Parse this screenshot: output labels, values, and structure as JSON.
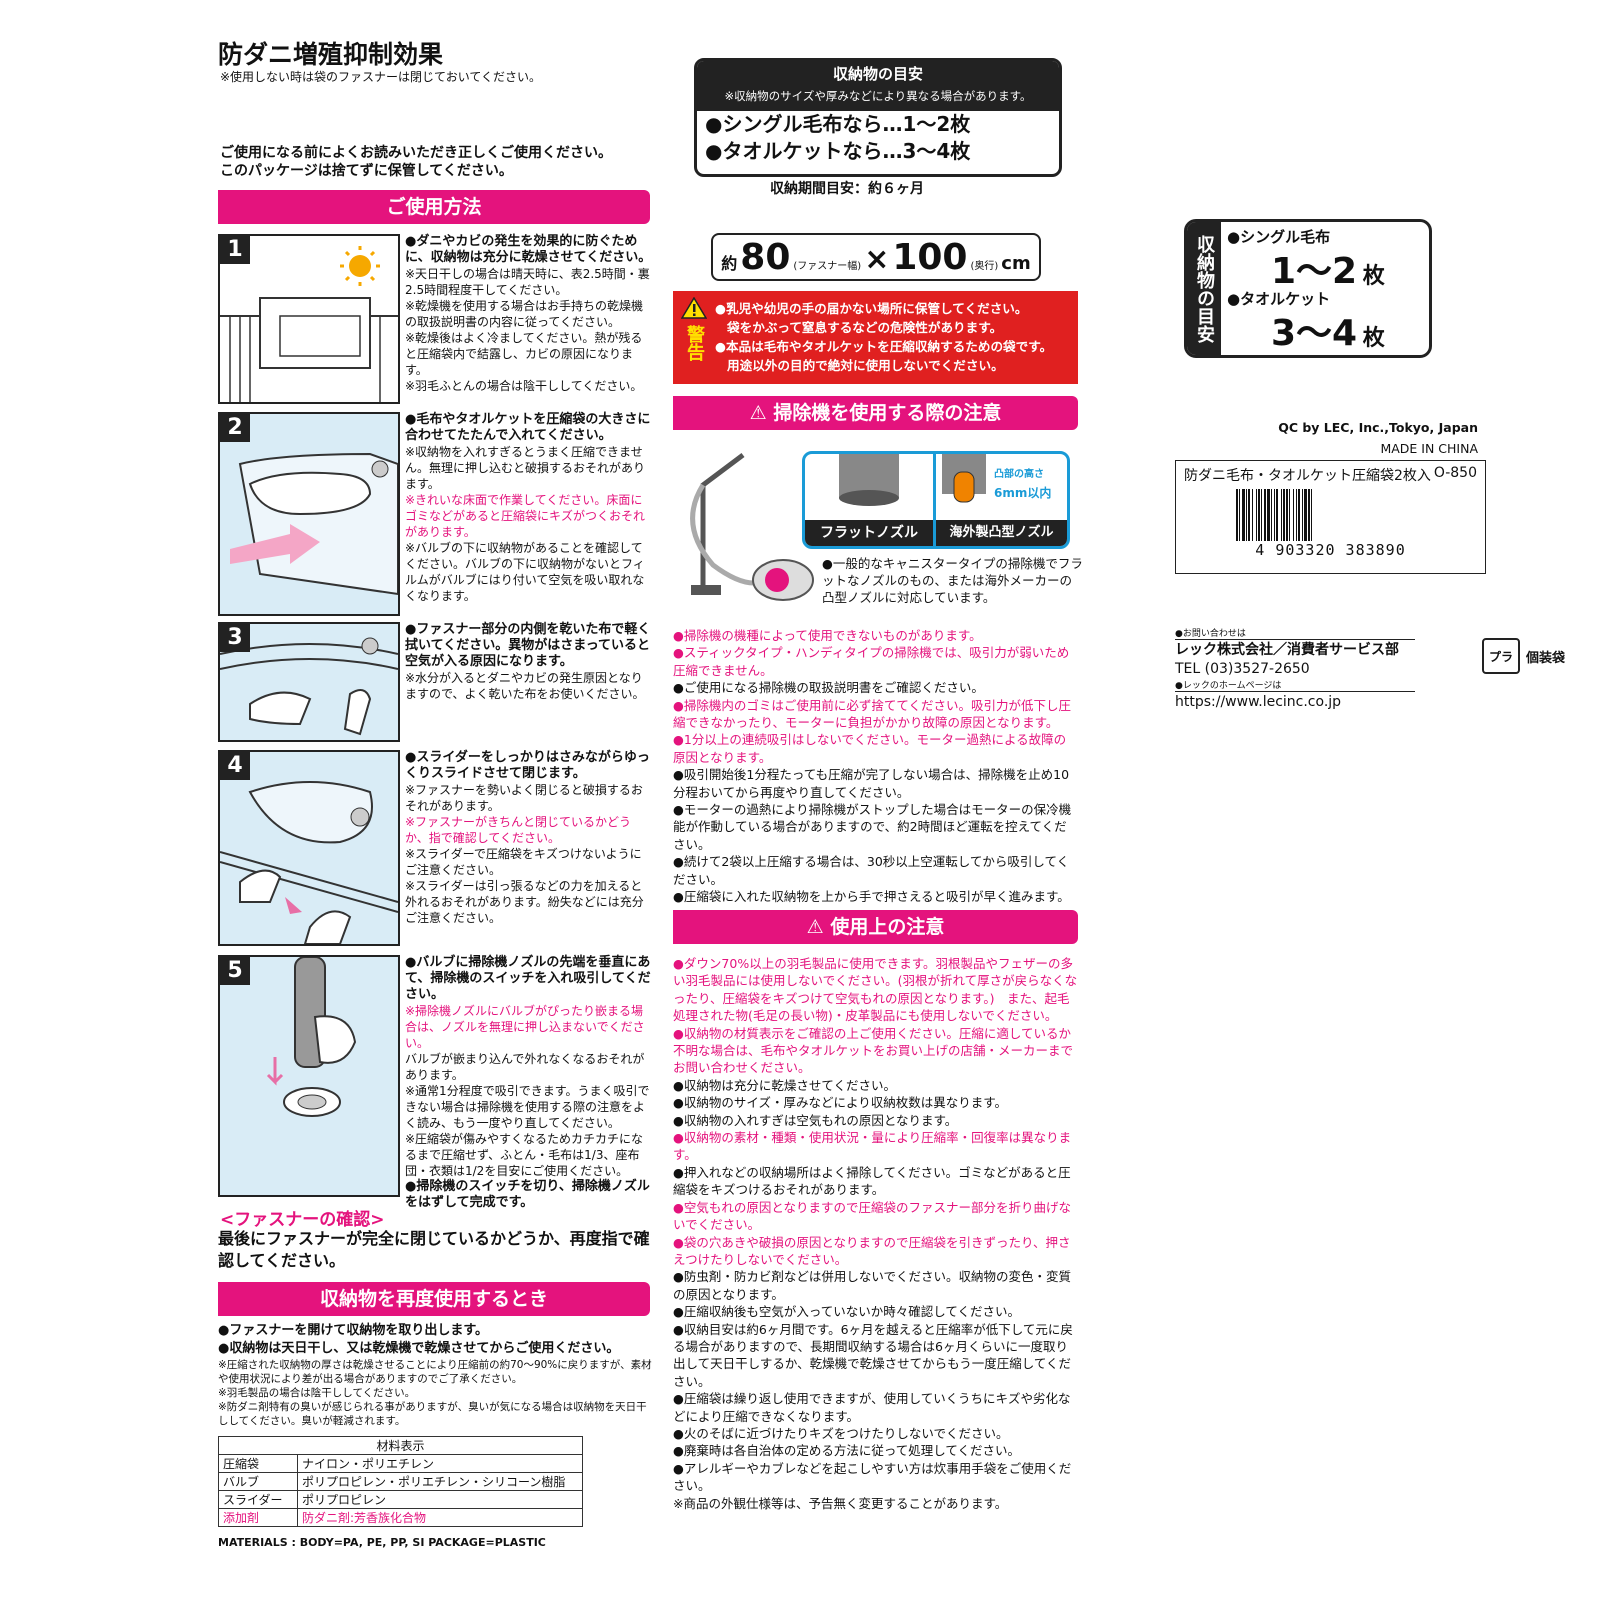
{
  "header": {
    "title": "防ダニ増殖抑制効果",
    "note": "※使用しない時は袋のファスナーは閉じておいてください。"
  },
  "intro": {
    "line1": "ご使用になる前によくお読みいただき正しくご使用ください。",
    "line2": "このパッケージは捨てずに保管してください。"
  },
  "usage": {
    "heading": "ご使用方法",
    "steps": [
      {
        "num": "1",
        "lines": [
          {
            "t": "●ダニやカビの発生を効果的に防ぐために、収納物は充分に乾燥させてください。",
            "style": "b"
          },
          {
            "t": "※天日干しの場合は晴天時に、表2.5時間・裏2.5時間程度干してください。",
            "style": "n"
          },
          {
            "t": "※乾燥機を使用する場合はお手持ちの乾燥機の取扱説明書の内容に従ってください。",
            "style": "n"
          },
          {
            "t": "※乾燥後はよく冷ましてください。熱が残ると圧縮袋内で結露し、カビの原因になります。",
            "style": "n"
          },
          {
            "t": "※羽毛ふとんの場合は陰干ししてください。",
            "style": "n"
          }
        ]
      },
      {
        "num": "2",
        "lines": [
          {
            "t": "●毛布やタオルケットを圧縮袋の大きさに合わせてたたんで入れてください。",
            "style": "b"
          },
          {
            "t": "※収納物を入れすぎるとうまく圧縮できません。無理に押し込むと破損するおそれがあります。",
            "style": "n"
          },
          {
            "t": "※きれいな床面で作業してください。床面にゴミなどがあると圧縮袋にキズがつくおそれがあります。",
            "style": "p"
          },
          {
            "t": "※バルブの下に収納物があることを確認してください。バルブの下に収納物がないとフィルムがバルブにはり付いて空気を吸い取れなくなります。",
            "style": "n"
          }
        ]
      },
      {
        "num": "3",
        "lines": [
          {
            "t": "●ファスナー部分の内側を乾いた布で軽く拭いてください。異物がはさまっていると空気が入る原因になります。",
            "style": "b"
          },
          {
            "t": "※水分が入るとダニやカビの発生原因となりますので、よく乾いた布をお使いください。",
            "style": "n"
          }
        ]
      },
      {
        "num": "4",
        "lines": [
          {
            "t": "●スライダーをしっかりはさみながらゆっくりスライドさせて閉じます。",
            "style": "b"
          },
          {
            "t": "※ファスナーを勢いよく閉じると破損するおそれがあります。",
            "style": "n"
          },
          {
            "t": "※ファスナーがきちんと閉じているかどうか、指で確認してください。",
            "style": "p"
          },
          {
            "t": "※スライダーで圧縮袋をキズつけないようにご注意ください。",
            "style": "n"
          },
          {
            "t": "※スライダーは引っ張るなどの力を加えると外れるおそれがあります。紛失などには充分ご注意ください。",
            "style": "n"
          }
        ]
      },
      {
        "num": "5",
        "lines": [
          {
            "t": "●バルブに掃除機ノズルの先端を垂直にあて、掃除機のスイッチを入れ吸引してください。",
            "style": "b"
          },
          {
            "t": "※掃除機ノズルにバルブがぴったり嵌まる場合は、ノズルを無理に押し込まないでください。",
            "style": "p"
          },
          {
            "t": "バルブが嵌まり込んで外れなくなるおそれがあります。",
            "style": "n"
          },
          {
            "t": "※通常1分程度で吸引できます。うまく吸引できない場合は掃除機を使用する際の注意をよく読み、もう一度やり直してください。",
            "style": "n"
          },
          {
            "t": "※圧縮袋が傷みやすくなるためカチカチになるまで圧縮せず、ふとん・毛布は1/3、座布団・衣類は1/2を目安にご使用ください。",
            "style": "n"
          },
          {
            "t": "●掃除機のスイッチを切り、掃除機ノズルをはずして完成です。",
            "style": "b"
          }
        ]
      }
    ]
  },
  "fastener_check": {
    "title": "<ファスナーの確認>",
    "text": "最後にファスナーが完全に閉じているかどうか、再度指で確認してください。"
  },
  "reuse": {
    "heading": "収納物を再度使用するとき",
    "bold1": "●ファスナーを開けて収納物を取り出します。",
    "bold2": "●収納物は天日干し、又は乾燥機で乾燥させてからご使用ください。",
    "notes": [
      "※圧縮された収納物の厚さは乾燥させることにより圧縮前の約70〜90%に戻りますが、素材や使用状況により差が出る場合がありますのでご了承ください。",
      "※羽毛製品の場合は陰干ししてください。",
      "※防ダニ剤特有の臭いが感じられる事がありますが、臭いが気になる場合は収納物を天日干ししてください。臭いが軽減されます。"
    ]
  },
  "materials": {
    "title": "材料表示",
    "rows": [
      {
        "k": "圧縮袋",
        "v": "ナイロン・ポリエチレン",
        "pink": false
      },
      {
        "k": "バルブ",
        "v": "ポリプロピレン・ポリエチレン・シリコーン樹脂",
        "pink": false
      },
      {
        "k": "スライダー",
        "v": "ポリプロピレン",
        "pink": false
      },
      {
        "k": "添加剤",
        "v": "防ダニ剤:芳香族化合物",
        "pink": true
      }
    ],
    "english": "MATERIALS : BODY=PA, PE, PP, SI    PACKAGE=PLASTIC"
  },
  "storage_guide": {
    "title": "収納物の目安",
    "note": "※収納物のサイズや厚みなどにより異なる場合があります。",
    "line1": "●シングル毛布なら…1〜2枚",
    "line2": "●タオルケットなら…3〜4枚",
    "period": "収納期間目安：約６ヶ月"
  },
  "size": {
    "prefix": "約",
    "w": "80",
    "w_note": "(ファスナー幅)",
    "x": "×",
    "d": "100",
    "d_note": "(奥行)",
    "unit": "cm"
  },
  "warning": {
    "label": "警告",
    "line1": "●乳児や幼児の手の届かない場所に保管してください。",
    "line1b": "袋をかぶって窒息するなどの危険性があります。",
    "line2": "●本品は毛布やタオルケットを圧縮収納するための袋です。",
    "line2b": "用途以外の目的で絶対に使用しないでください。"
  },
  "vacuum": {
    "heading": "掃除機を使用する際の注意",
    "label_flat": "フラットノズル",
    "label_convex": "海外製凸型ノズル",
    "convex_height": "凸部の高さ",
    "convex_mm": "6mm以内",
    "desc": "●一般的なキャニスタータイプの掃除機でフラットなノズルのもの、または海外メーカーの凸型ノズルに対応しています。",
    "notes": [
      {
        "t": "●掃除機の機種によって使用できないものがあります。",
        "pink": true
      },
      {
        "t": "●スティックタイプ・ハンディタイプの掃除機では、吸引力が弱いため圧縮できません。",
        "pink": true
      },
      {
        "t": "●ご使用になる掃除機の取扱説明書をご確認ください。",
        "pink": false
      },
      {
        "t": "●掃除機内のゴミはご使用前に必ず捨ててください。吸引力が低下し圧縮できなかったり、モーターに負担がかかり故障の原因となります。",
        "pink": true
      },
      {
        "t": "●1分以上の連続吸引はしないでください。モーター過熱による故障の原因となります。",
        "pink": true
      },
      {
        "t": "●吸引開始後1分程たっても圧縮が完了しない場合は、掃除機を止め10分程おいてから再度やり直してください。",
        "pink": false
      },
      {
        "t": "●モーターの過熱により掃除機がストップした場合はモーターの保冷機能が作動している場合がありますので、約2時間ほど運転を控えてください。",
        "pink": false
      },
      {
        "t": "●続けて2袋以上圧縮する場合は、30秒以上空運転してから吸引してください。",
        "pink": false
      },
      {
        "t": "●圧縮袋に入れた収納物を上から手で押さえると吸引が早く進みます。",
        "pink": false
      }
    ]
  },
  "cautions": {
    "heading": "使用上の注意",
    "notes": [
      {
        "t": "●ダウン70%以上の羽毛製品に使用できます。羽根製品やフェザーの多い羽毛製品には使用しないでください。(羽根が折れて厚さが戻らなくなったり、圧縮袋をキズつけて空気もれの原因となります。)　また、起毛処理された物(毛足の長い物)・皮革製品にも使用しないでください。",
        "pink": true
      },
      {
        "t": "●収納物の材質表示をご確認の上ご使用ください。圧縮に適しているか不明な場合は、毛布やタオルケットをお買い上げの店舗・メーカーまでお問い合わせください。",
        "pink": true
      },
      {
        "t": "●収納物は充分に乾燥させてください。",
        "pink": false
      },
      {
        "t": "●収納物のサイズ・厚みなどにより収納枚数は異なります。",
        "pink": false
      },
      {
        "t": "●収納物の入れすぎは空気もれの原因となります。",
        "pink": false
      },
      {
        "t": "●収納物の素材・種類・使用状況・量により圧縮率・回復率は異なります。",
        "pink": true
      },
      {
        "t": "●押入れなどの収納場所はよく掃除してください。ゴミなどがあると圧縮袋をキズつけるおそれがあります。",
        "pink": false
      },
      {
        "t": "●空気もれの原因となりますので圧縮袋のファスナー部分を折り曲げないでください。",
        "pink": true
      },
      {
        "t": "●袋の穴あきや破損の原因となりますので圧縮袋を引きずったり、押さえつけたりしないでください。",
        "pink": true
      },
      {
        "t": "●防虫剤・防カビ剤などは併用しないでください。収納物の変色・変質の原因となります。",
        "pink": false
      },
      {
        "t": "●圧縮収納後も空気が入っていないか時々確認してください。",
        "pink": false
      },
      {
        "t": "●収納目安は約6ヶ月間です。6ヶ月を越えると圧縮率が低下して元に戻る場合がありますので、長期間収納する場合は6ヶ月くらいに一度取り出して天日干しするか、乾燥機で乾燥させてからもう一度圧縮してください。",
        "pink": false
      },
      {
        "t": "●圧縮袋は繰り返し使用できますが、使用していくうちにキズや劣化などにより圧縮できなくなります。",
        "pink": false
      },
      {
        "t": "●火のそばに近づけたりキズをつけたりしないでください。",
        "pink": false
      },
      {
        "t": "●廃棄時は各自治体の定める方法に従って処理してください。",
        "pink": false
      },
      {
        "t": "●アレルギーやカブレなどを起こしやすい方は炊事用手袋をご使用ください。",
        "pink": false
      },
      {
        "t": "※商品の外観仕様等は、予告無く変更することがあります。",
        "pink": false
      }
    ]
  },
  "capacity_box": {
    "vertical": "収納物の目安",
    "item1": "●シングル毛布",
    "count1": "1〜2",
    "unit1": "枚",
    "item2": "●タオルケット",
    "count2": "3〜4",
    "unit2": "枚"
  },
  "product": {
    "qc": "QC by LEC, Inc.,Tokyo, Japan",
    "origin": "MADE IN CHINA",
    "name": "防ダニ毛布・タオルケット圧縮袋2枚入",
    "code": "O-850",
    "barcode": "4  903320  383890"
  },
  "contact": {
    "inquiry_label": "●お問い合わせは",
    "company": "レック株式会社／消費者サービス部",
    "tel": "TEL (03)3527-2650",
    "hp_label": "●レックのホームページは",
    "url": "https://www.lecinc.co.jp",
    "recycle_mark": "プラ",
    "recycle_label": "個装袋"
  },
  "colors": {
    "accent": "#e4137d",
    "warning_red": "#e02020",
    "dark": "#222222",
    "light_blue": "#d9ecf6"
  },
  "icons": [
    "sun-icon",
    "warning-triangle-icon",
    "vacuum-cleaner-icon",
    "nozzle-icon",
    "recycle-pla-icon",
    "barcode-icon"
  ]
}
